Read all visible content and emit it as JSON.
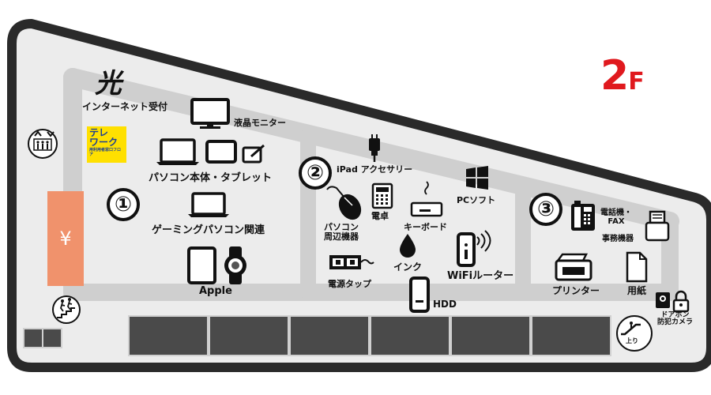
{
  "floor": {
    "label": "2",
    "suffix": "F",
    "color": "#e0191e"
  },
  "brand": {
    "hikari": "光"
  },
  "atm": {
    "symbol": "¥",
    "color": "#f0926c"
  },
  "telework": {
    "line1": "テレ",
    "line2": "ワーク",
    "line3": "用利用者窓口フロア"
  },
  "zones": [
    {
      "number": "①"
    },
    {
      "number": "②"
    },
    {
      "number": "③"
    }
  ],
  "labels": {
    "internet_desk": "インターネット受付",
    "lcd_monitor": "液晶モニター",
    "pc_tablet": "パソコン本体・タブレット",
    "gaming_pc": "ゲーミングパソコン関連",
    "apple": "Apple",
    "ipad_acc": "iPad アクセサリー",
    "pc_soft": "PCソフト",
    "pc_peripherals_1": "パソコン",
    "pc_peripherals_2": "周辺機器",
    "calculator": "電卓",
    "keyboard": "キーボード",
    "ink": "インク",
    "wifi_router": "WiFiルーター",
    "power_strip": "電源タップ",
    "hdd": "HDD",
    "phone_fax_1": "電話機・",
    "phone_fax_2": "FAX",
    "office_equipment": "事務機器",
    "printer": "プリンター",
    "paper": "用紙",
    "intercom_1": "ドアホン",
    "intercom_2": "防犯カメラ",
    "escalator_up": "上り"
  },
  "icons": [
    "elevator-icon",
    "stairs-icon",
    "escalator-icon",
    "monitor-icon",
    "laptop-icon",
    "tablet-icon",
    "pen-tablet-icon",
    "watch-icon",
    "usb-cable-icon",
    "mouse-icon",
    "calculator-icon",
    "keyboard-icon",
    "ink-drop-icon",
    "wifi-router-icon",
    "power-strip-icon",
    "hdd-icon",
    "windows-icon",
    "phone-fax-icon",
    "shredder-icon",
    "printer-icon",
    "paper-icon",
    "door-intercom-icon",
    "lock-icon"
  ],
  "colors": {
    "floor_bg": "#ececec",
    "aisle": "#cfcfcf",
    "outline": "#2a2a2a",
    "text": "#111111",
    "shelf": "#4a4a4a"
  }
}
